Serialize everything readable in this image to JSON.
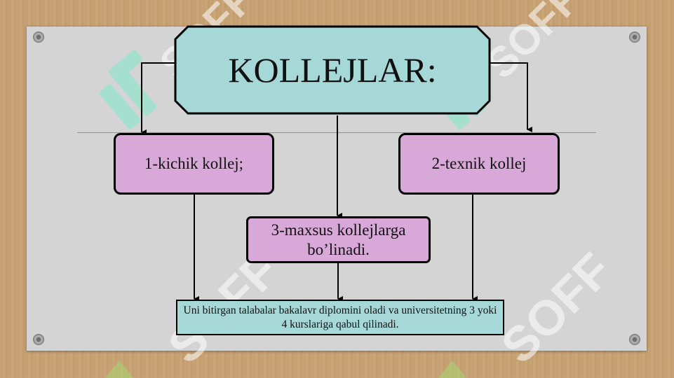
{
  "title": "KOLLEJLAR:",
  "boxes": {
    "left": "1-kichik kollej;",
    "right": "2-texnik kollej",
    "center": "3-maxsus kollejlarga bo’linadi.",
    "bottom": "Uni bitirgan talabalar bakalavr diplomini oladi va universitetning 3 yoki 4 kurslariga qabul qilinadi."
  },
  "watermark": {
    "text": "SOFF"
  },
  "colors": {
    "title_fill": "#a6d8d8",
    "box_fill": "#d8a8d8",
    "result_fill": "#a6d8d8",
    "board": "#d4d4d4"
  }
}
